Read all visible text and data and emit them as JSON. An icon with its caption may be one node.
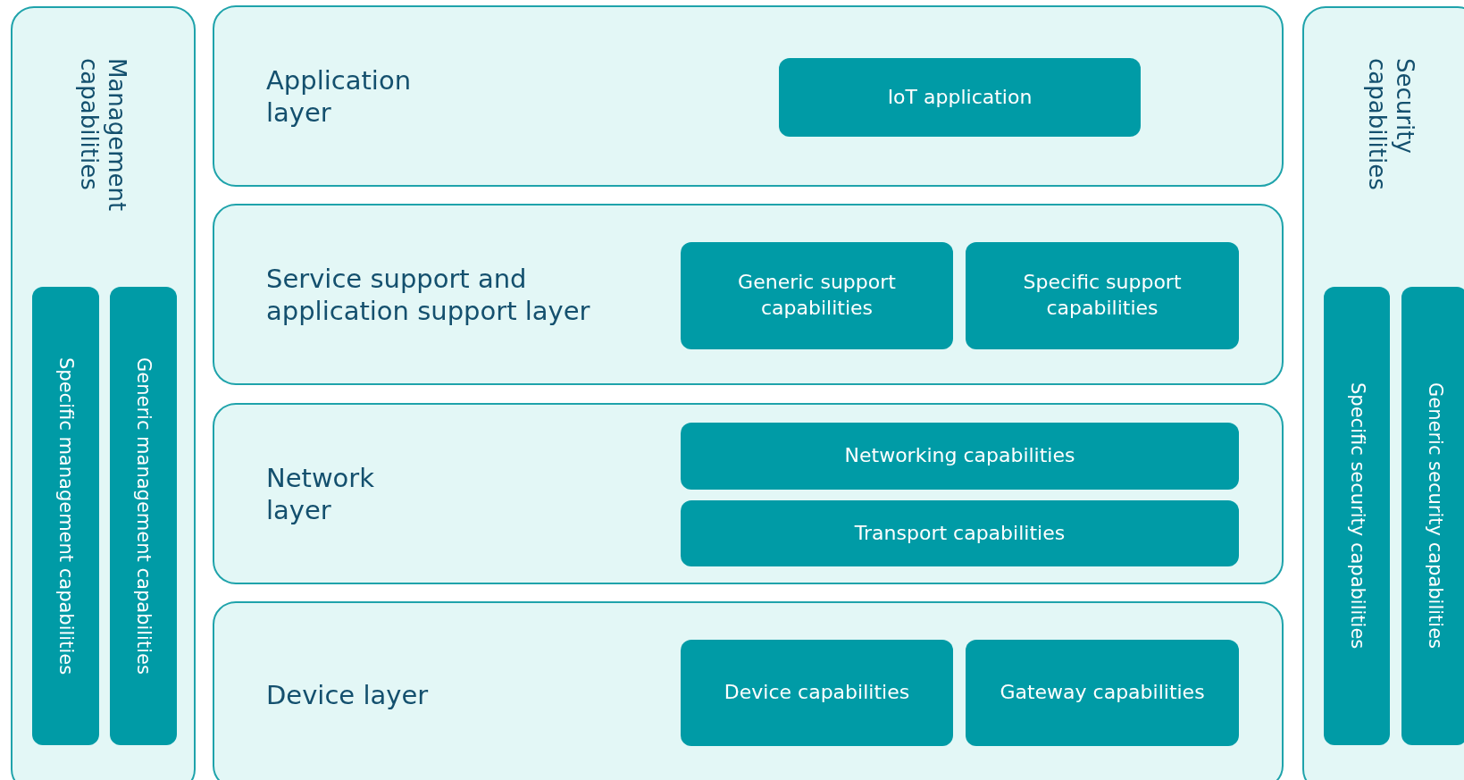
{
  "diagram": {
    "nodes": [
      {
        "text": [
          "Management capabilities"
        ]
      },
      {
        "text": [
          "Specific management capabilities"
        ],
        "in": 0
      },
      {
        "text": [
          "Generic management capabilities"
        ],
        "in": 0
      },
      {
        "text": [
          "Application layer"
        ]
      },
      {
        "text": [
          "IoT application"
        ],
        "in": 3
      },
      {
        "text": [
          "Service support and application support layer"
        ]
      },
      {
        "text": [
          "Generic support capabilities"
        ],
        "in": 5
      },
      {
        "text": [
          "Specific support capabilities"
        ],
        "in": 5
      },
      {
        "text": [
          "Network layer"
        ]
      },
      {
        "text": [
          "Networking capabilities"
        ],
        "in": 8
      },
      {
        "text": [
          "Transport capabilities"
        ],
        "in": 8
      },
      {
        "text": [
          "Device layer"
        ]
      },
      {
        "text": [
          "Device capabilities"
        ],
        "in": 11
      },
      {
        "text": [
          "Gateway capabilities"
        ],
        "in": 11
      },
      {
        "text": [
          "Security capabilities"
        ]
      },
      {
        "text": [
          "Specific security capabilities"
        ],
        "in": 14
      },
      {
        "text": [
          "Generic security capabilities"
        ],
        "in": 14
      }
    ]
  }
}
